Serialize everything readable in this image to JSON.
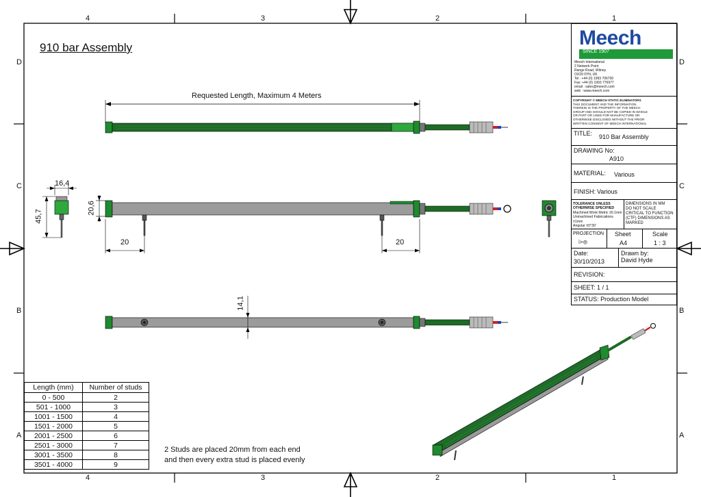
{
  "drawing": {
    "main_title": "910 bar Assembly",
    "zones_top": [
      "4",
      "3",
      "2",
      "1"
    ],
    "zones_side": [
      "D",
      "C",
      "B",
      "A"
    ],
    "dimensions": {
      "requested_length": "Requested Length, Maximum 4 Meters",
      "width": "16,4",
      "height": "45,7",
      "profile": "20,6",
      "stud_offset_left": "20",
      "stud_offset_right": "20",
      "depth": "14,1"
    },
    "note_lines": [
      "2 Studs are placed 20mm from each end",
      "and then every extra stud is placed evenly"
    ]
  },
  "stud_table": {
    "headers": [
      "Length (mm)",
      "Number of studs"
    ],
    "rows": [
      [
        "0 - 500",
        "2"
      ],
      [
        "501 - 1000",
        "3"
      ],
      [
        "1001 - 1500",
        "4"
      ],
      [
        "1501 - 2000",
        "5"
      ],
      [
        "2001 - 2500",
        "6"
      ],
      [
        "2501 - 3000",
        "7"
      ],
      [
        "3001 - 3500",
        "8"
      ],
      [
        "3501 - 4000",
        "9"
      ]
    ]
  },
  "title_block": {
    "logo_text": "Meech",
    "logo_sub": "SINCE 1907",
    "address_lines": [
      "Meech International",
      "2 Network Point",
      "Range Road, Witney",
      "OX29 0YN, UK",
      "Tel : +44 (0) 1993 706700",
      "Fax: +44 (0) 1993 776977",
      "email : sales@meech.com",
      "web : www.meech.com"
    ],
    "copyright_lines": [
      "COPYRIGHT © MEECH STATIC ELIMINATORS",
      "THIS DOCUMENT AND THE INFORMATION",
      "THEREIN IS THE PROPERTY OF THE MEECH",
      "GROUP AND SHOULD NOT BE COPIED IN WHOLE",
      "OR PART OR USED FOR MANUFACTURE OR",
      "OTHERWISE DISCLOSED WITHOUT THE PRIOR",
      "WRITTEN CONSENT OF MEECH INTERNATIONAL"
    ],
    "title_label": "TITLE:",
    "title_value": "910 Bar Assembly",
    "drawing_no_label": "DRAWING No:",
    "drawing_no_value": "A910",
    "material_label": "MATERIAL:",
    "material_value": "Various",
    "finish_label": "FINISH:",
    "finish_value": "Various",
    "tolerance_lines": [
      "TOLERANCE UNLESS",
      "OTHERWISE SPECIFIED",
      "Machined Work Metric ±0.1mm",
      "Unmachined Fabrications ±1mm",
      "Angular ±0°30'"
    ],
    "dimension_notes": [
      "DIMENSIONS IN MM",
      "DO NOT SCALE",
      "CRITICAL TO FUNCTION",
      "(CTF) DIMENSIONS AS",
      "MARKED"
    ],
    "projection_label": "PROJECTION",
    "sheet_label": "Sheet",
    "sheet_value": "A4",
    "scale_label": "Scale",
    "scale_value": "1 : 3",
    "date_label": "Date:",
    "date_value": "30/10/2013",
    "drawn_by_label": "Drawn by:",
    "drawn_by_value": "David Hyde",
    "revision_label": "REVISION:",
    "sheet_count_label": "SHEET: 1 / 1",
    "status_label": "STATUS: Production Model"
  },
  "colors": {
    "bar_green": "#1f7a2a",
    "bar_grey": "#9b9b9b",
    "cable_green": "#1e6b25",
    "logo_blue": "#1f4aa0",
    "logo_green": "#1f9a3a",
    "wire_red": "#d02020",
    "wire_blue": "#2040c0"
  }
}
